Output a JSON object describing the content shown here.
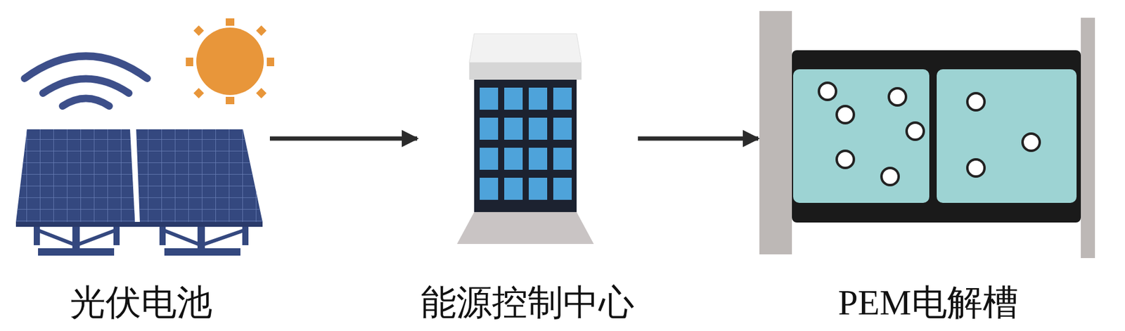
{
  "diagram": {
    "nodes": [
      {
        "text": [
          "光伏电池"
        ]
      },
      {
        "text": [
          "能源控制中心"
        ]
      },
      {
        "text": [
          "PEM电解槽"
        ]
      }
    ],
    "edges": [
      {
        "from": 0,
        "to": 1,
        "arrow": "to"
      },
      {
        "from": 1,
        "to": 2,
        "arrow": "to"
      }
    ]
  }
}
